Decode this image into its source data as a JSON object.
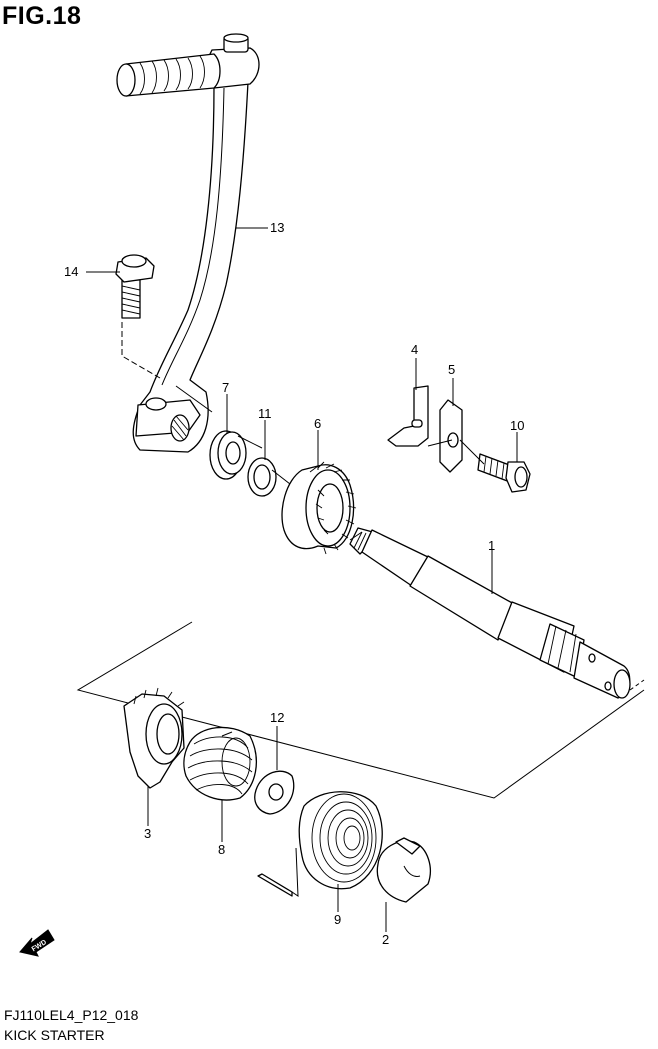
{
  "figure": {
    "title": "FIG.18",
    "code": "FJ110LEL4_P12_018",
    "caption": "KICK STARTER",
    "fwd_label": "FWD"
  },
  "parts": [
    {
      "id": "p1",
      "label": "1"
    },
    {
      "id": "p2",
      "label": "2"
    },
    {
      "id": "p3",
      "label": "3"
    },
    {
      "id": "p4",
      "label": "4"
    },
    {
      "id": "p5",
      "label": "5"
    },
    {
      "id": "p6",
      "label": "6"
    },
    {
      "id": "p7",
      "label": "7"
    },
    {
      "id": "p8",
      "label": "8"
    },
    {
      "id": "p9",
      "label": "9"
    },
    {
      "id": "p10",
      "label": "10"
    },
    {
      "id": "p11",
      "label": "11"
    },
    {
      "id": "p12",
      "label": "12"
    },
    {
      "id": "p13",
      "label": "13"
    },
    {
      "id": "p14",
      "label": "14"
    }
  ]
}
